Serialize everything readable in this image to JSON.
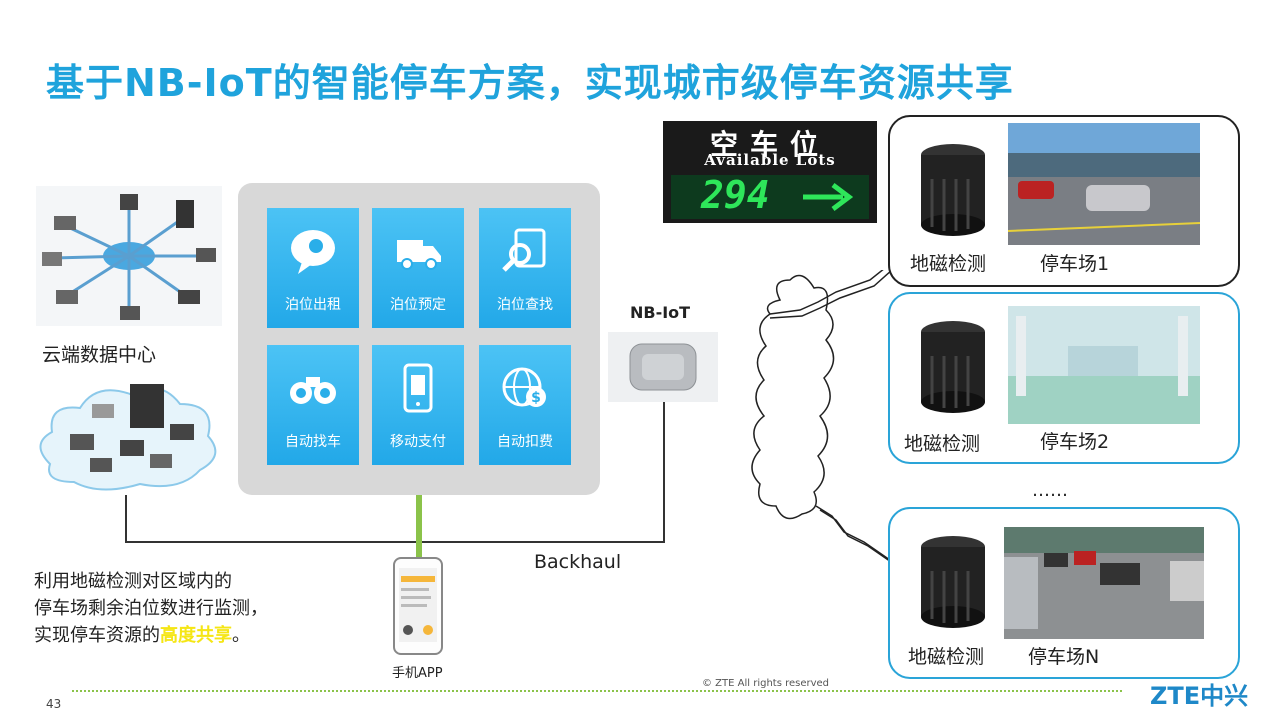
{
  "title": "基于NB-IoT的智能停车方案，实现城市级停车资源共享",
  "cloud_label": "云端数据中心",
  "app_tiles": [
    {
      "label": "泊位出租",
      "icon": "bird-chat-icon"
    },
    {
      "label": "泊位预定",
      "icon": "van-icon"
    },
    {
      "label": "泊位查找",
      "icon": "search-doc-icon"
    },
    {
      "label": "自动找车",
      "icon": "binoculars-icon"
    },
    {
      "label": "移动支付",
      "icon": "phone-icon"
    },
    {
      "label": "自动扣费",
      "icon": "globe-dollar-icon"
    }
  ],
  "nbiot_label": "NB-IoT",
  "sign": {
    "chinese": "空车位",
    "english": "Available Lots",
    "count": "294"
  },
  "lots": [
    {
      "sensor_label": "地磁检测",
      "lot_label": "停车场1"
    },
    {
      "sensor_label": "地磁检测",
      "lot_label": "停车场2"
    },
    {
      "sensor_label": "地磁检测",
      "lot_label": "停车场N"
    }
  ],
  "ellipsis": "……",
  "backhaul_label": "Backhaul",
  "phone_label": "手机APP",
  "description": {
    "line1": "利用地磁检测对区域内的",
    "line2": "停车场剩余泊位数进行监测，",
    "line3_prefix": "实现停车资源的",
    "line3_highlight": "高度共享",
    "line3_suffix": "。"
  },
  "page_number": "43",
  "copyright": "© ZTE All rights reserved",
  "logo": "ZTE中兴",
  "colors": {
    "title": "#1fa3dc",
    "tile": "#2aaee9",
    "highlight": "#f5e614",
    "sign_digits": "#2ee65a",
    "footer_line": "#8bc34a"
  }
}
